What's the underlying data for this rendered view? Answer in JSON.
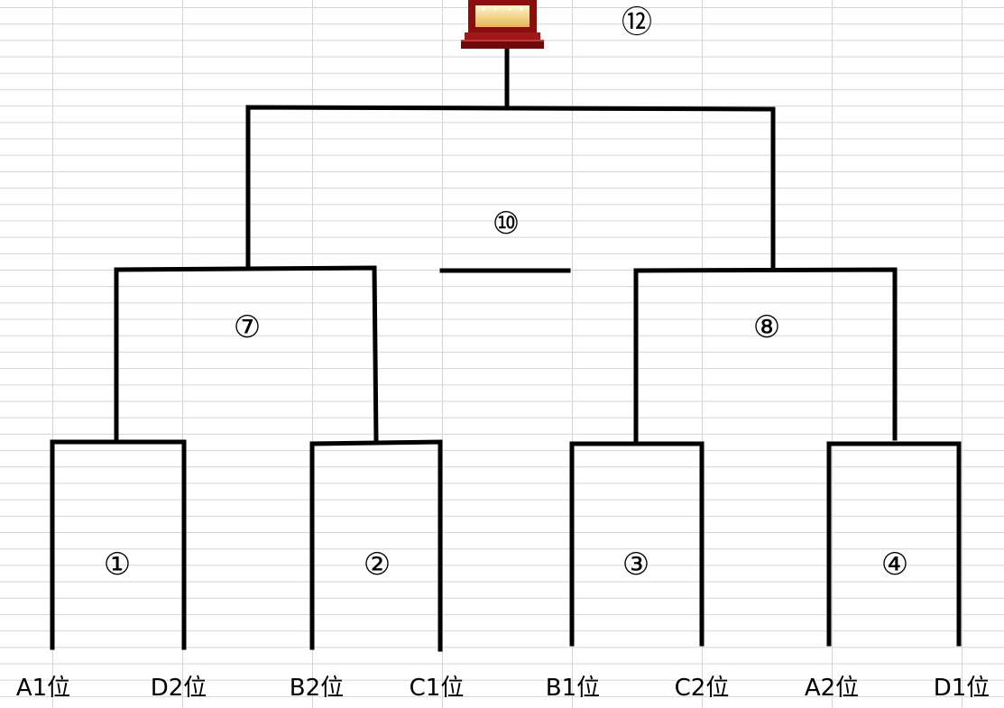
{
  "bracket": {
    "final_label": "⑫",
    "semifinal_label": "⑩",
    "quarterfinals": [
      "⑦",
      "⑧"
    ],
    "first_round": [
      "①",
      "②",
      "③",
      "④"
    ],
    "teams": [
      "A1位",
      "D2位",
      "B2位",
      "C1位",
      "B1位",
      "C2位",
      "A2位",
      "D1位"
    ]
  },
  "icons": {
    "trophy": "trophy-icon"
  },
  "colors": {
    "line": "#000000",
    "grid": "#d4d4d4",
    "trophy_frame": "#8b0d0d",
    "trophy_plate": "#f2d27a"
  }
}
